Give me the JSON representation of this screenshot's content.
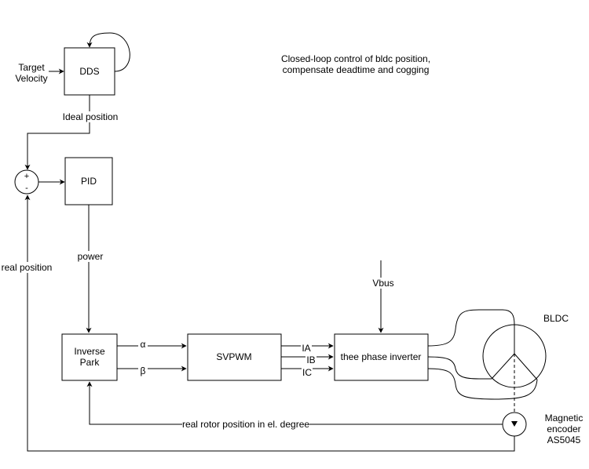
{
  "title": {
    "line1": "Closed-loop control of bldc position,",
    "line2": "compensate deadtime and cogging"
  },
  "blocks": {
    "dds": "DDS",
    "pid": "PID",
    "inverse_park": {
      "line1": "Inverse",
      "line2": "Park"
    },
    "svpwm": "SVPWM",
    "inverter": "thee phase inverter",
    "motor": "BLDC",
    "encoder": {
      "line1": "Magnetic",
      "line2": "encoder",
      "line3": "AS5045"
    }
  },
  "summing_junction": {
    "plus": "+",
    "minus": "-"
  },
  "signals": {
    "target_velocity": {
      "line1": "Target",
      "line2": "Velocity"
    },
    "ideal_position": "Ideal position",
    "real_position": "real position",
    "power": "power",
    "alpha": "α",
    "beta": "β",
    "ia": "IA",
    "ib": "IB",
    "ic": "IC",
    "vbus": "Vbus",
    "rotor_position": "real rotor position in el. degree"
  }
}
